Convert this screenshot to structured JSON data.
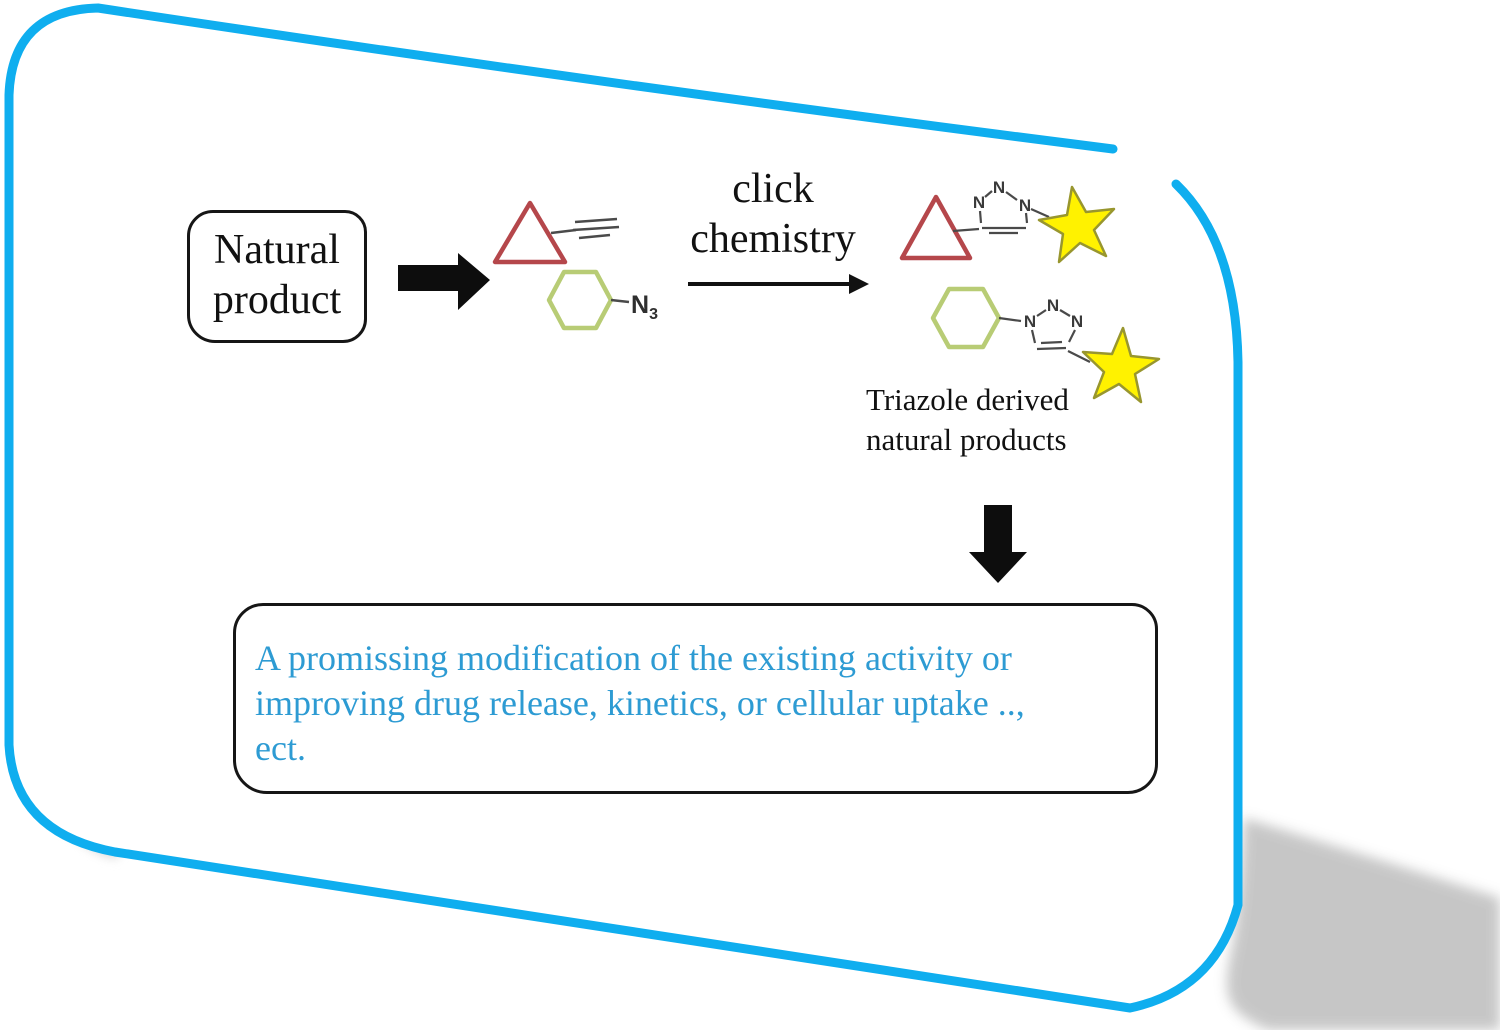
{
  "colors": {
    "frame_cyan": "#0faeef",
    "shadow_gray": "#c4c4c4",
    "triangle_red": "#b5474b",
    "hexagon_green": "#b8cc75",
    "star_yellow": "#fff200",
    "star_outline": "#98962e",
    "result_text_blue": "#2d9bd3",
    "ink_black": "#1c1c1c"
  },
  "natural_product_box": {
    "line1": "Natural",
    "line2": "product"
  },
  "reaction_label": {
    "line1": "click",
    "line2": "chemistry"
  },
  "azide_label": {
    "symbol": "N",
    "subscript": "3"
  },
  "nitrogen_label": "N",
  "products_caption": {
    "line1": "Triazole derived",
    "line2": "natural products"
  },
  "result_box": {
    "line1": "A promissing modification of the existing activity or",
    "line2": "improving drug release, kinetics, or cellular uptake ..,",
    "line3": "ect."
  }
}
